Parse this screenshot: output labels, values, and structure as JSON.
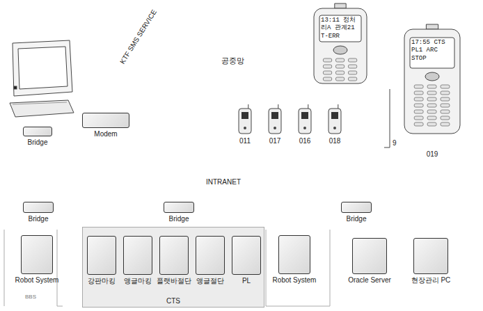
{
  "diagram": {
    "nodes": [
      {
        "text": [
          "13:11 정처리A 관계21 T-ERR"
        ]
      },
      {
        "text": [
          "17:55 CTS PL1 ARC STOP",
          "019"
        ]
      },
      {
        "text": [
          "Modem"
        ]
      },
      {
        "text": [
          "Bridge"
        ]
      },
      {
        "text": [
          "011"
        ]
      },
      {
        "text": [
          "017"
        ]
      },
      {
        "text": [
          "016"
        ]
      },
      {
        "text": [
          "018"
        ]
      },
      {
        "text": [
          "Bridge"
        ]
      },
      {
        "text": [
          "Bridge"
        ]
      },
      {
        "text": [
          "Bridge"
        ]
      },
      {
        "text": [
          "Robot System"
        ]
      },
      {
        "text": [
          "CTS"
        ]
      },
      {
        "text": [
          "강판마킹"
        ],
        "in": 12
      },
      {
        "text": [
          "앵글마킹"
        ],
        "in": 12
      },
      {
        "text": [
          "플랫바절단"
        ],
        "in": 12
      },
      {
        "text": [
          "앵글절단"
        ],
        "in": 12
      },
      {
        "text": [
          "PL"
        ],
        "in": 12
      },
      {
        "text": [
          "Robot System"
        ]
      },
      {
        "text": [
          "Oracle Server"
        ]
      },
      {
        "text": [
          "현장관리 PC"
        ]
      }
    ],
    "labels": [
      "KTF SMS SERVICE",
      "공중망",
      "INTRANET",
      "9",
      "BBS"
    ]
  }
}
